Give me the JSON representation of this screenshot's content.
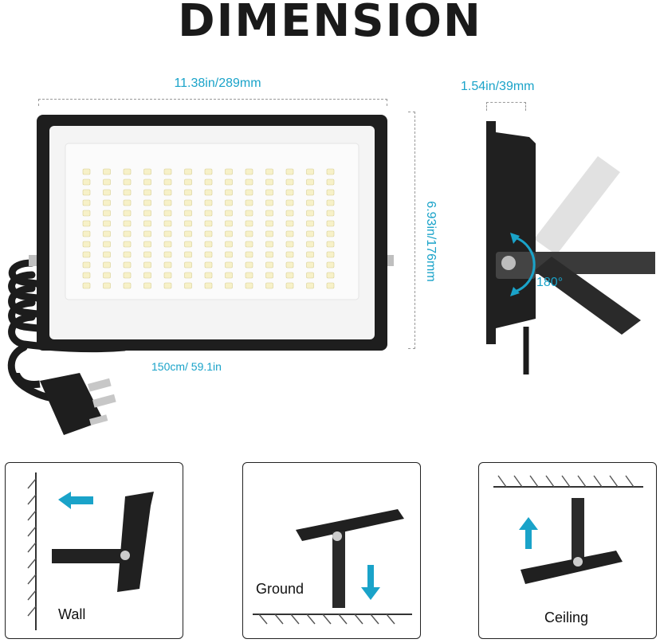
{
  "title": "DIMENSION",
  "dimensions": {
    "width": "11.38in/289mm",
    "depth": "1.54in/39mm",
    "height": "6.93in/176mm",
    "cable": "150cm/ 59.1in",
    "rotation": "180°"
  },
  "mounting": {
    "wall_label": "Wall",
    "ground_label": "Ground",
    "ceiling_label": "Ceiling"
  },
  "colors": {
    "accent": "#1aa3c9",
    "housing": "#1e1e1e",
    "led": "#f7f1c8"
  },
  "led_grid": {
    "rows": 12,
    "cols": 13
  }
}
